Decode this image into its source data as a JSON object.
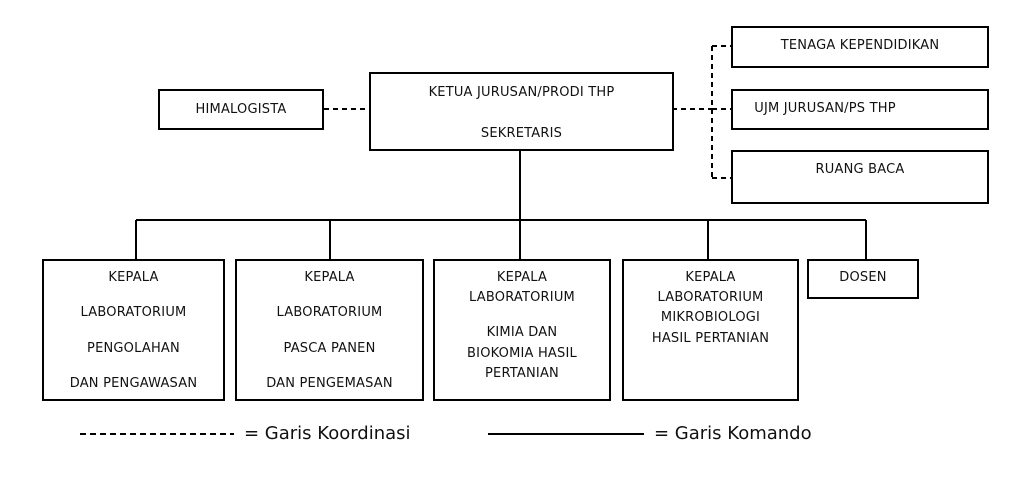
{
  "nodes": {
    "head": {
      "line1": "KETUA JURUSAN/PRODI THP",
      "line2": "SEKRETARIS"
    },
    "himalogista": "HIMALOGISTA",
    "tenaga": "TENAGA KEPENDIDIKAN",
    "ujm": "UJM JURUSAN/PS THP",
    "ruang_baca": "RUANG BACA",
    "lab1": [
      "KEPALA",
      "LABORATORIUM",
      "PENGOLAHAN",
      "DAN PENGAWASAN"
    ],
    "lab2": [
      "KEPALA",
      "LABORATORIUM",
      "PASCA PANEN",
      "DAN PENGEMASAN"
    ],
    "lab3": [
      "KEPALA",
      "LABORATORIUM",
      "KIMIA DAN",
      "BIOKOMIA HASIL",
      "PERTANIAN"
    ],
    "lab4": [
      "KEPALA",
      "LABORATORIUM",
      "MIKROBIOLOGI",
      "HASIL PERTANIAN"
    ],
    "dosen": "DOSEN"
  },
  "legend": {
    "coordination": "= Garis Koordinasi",
    "command": "= Garis Komando"
  }
}
